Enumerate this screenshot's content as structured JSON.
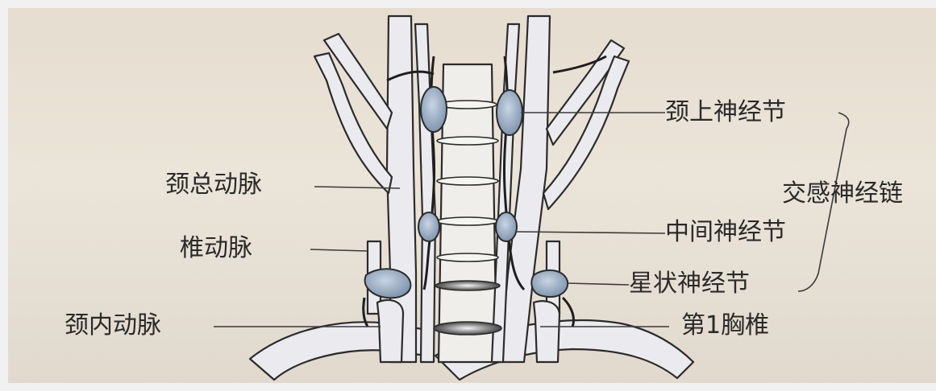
{
  "labels": {
    "superior_cervical_ganglion": "颈上神经节",
    "sympathetic_chain": "交感神经链",
    "common_carotid_artery": "颈总动脉",
    "middle_cervical_ganglion": "中间神经节",
    "vertebral_artery": "椎动脉",
    "stellate_ganglion": "星状神经节",
    "internal_carotid_artery": "颈内动脉",
    "first_thoracic_vertebra": "第1胸椎"
  },
  "colors": {
    "paper": "#e6ddd0",
    "vessel_fill": "#e9e9ee",
    "ganglion_fill": "#8ea2ba",
    "outline": "#2b2b2b"
  }
}
